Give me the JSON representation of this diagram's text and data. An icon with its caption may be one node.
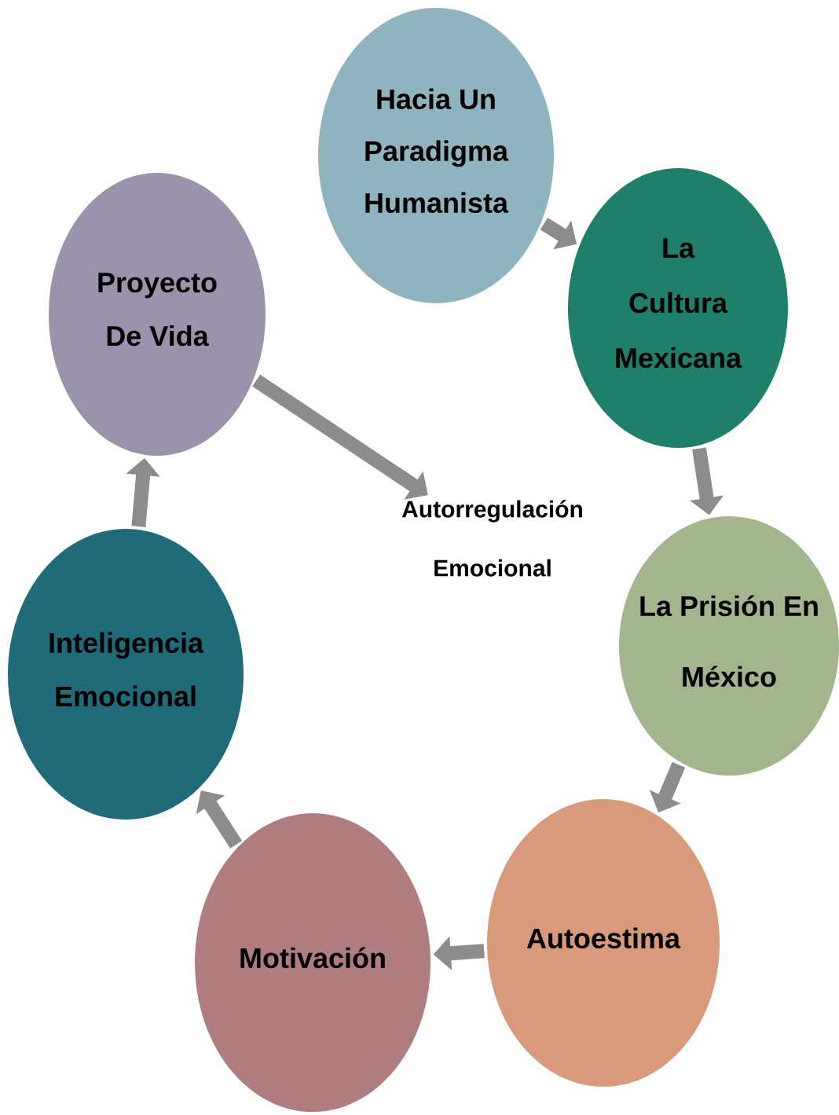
{
  "diagram": {
    "nodes": [
      {
        "text": [
          "Hacia Un Paradigma Humanista"
        ]
      },
      {
        "text": [
          "La Cultura Mexicana"
        ]
      },
      {
        "text": [
          "La Prisión En México"
        ]
      },
      {
        "text": [
          "Autoestima"
        ]
      },
      {
        "text": [
          "Motivación"
        ]
      },
      {
        "text": [
          "Inteligencia Emocional"
        ]
      },
      {
        "text": [
          "Proyecto De Vida"
        ]
      },
      {
        "text": [
          "Autorregulación Emocional"
        ]
      }
    ],
    "edges": [
      {
        "from": 0,
        "to": 1,
        "arrow": "to"
      },
      {
        "from": 1,
        "to": 2,
        "arrow": "to"
      },
      {
        "from": 2,
        "to": 3,
        "arrow": "to"
      },
      {
        "from": 3,
        "to": 4,
        "arrow": "to"
      },
      {
        "from": 4,
        "to": 5,
        "arrow": "to"
      },
      {
        "from": 5,
        "to": 6,
        "arrow": "to"
      },
      {
        "from": 6,
        "to": 7,
        "arrow": "to"
      }
    ]
  }
}
